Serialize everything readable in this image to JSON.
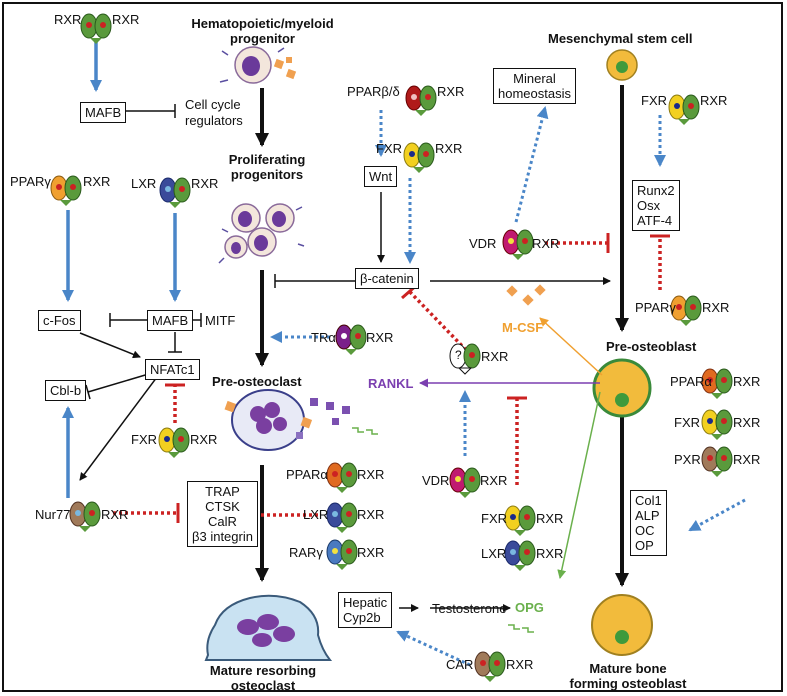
{
  "titles": {
    "hematopoietic": [
      "Hematopoietic/myeloid",
      "progenitor"
    ],
    "proliferating": [
      "Proliferating",
      "progenitors"
    ],
    "preosteoclast": "Pre-osteoclast",
    "mature_osteoclast": [
      "Mature resorbing",
      "osteoclast"
    ],
    "msc": "Mesenchymal stem cell",
    "preosteoblast": "Pre-osteoblast",
    "mature_osteoblast": [
      "Mature bone",
      "forming osteoblast"
    ]
  },
  "boxes": {
    "mafb_top": "MAFB",
    "cfos": "c-Fos",
    "mafb_mid": "MAFB",
    "nfatc1": "NFATc1",
    "cblb": "Cbl-b",
    "wnt": "Wnt",
    "bcatenin": "β-catenin",
    "mineral": [
      "Mineral",
      "homeostasis"
    ],
    "runx": [
      "Runx2",
      "Osx",
      "ATF-4"
    ],
    "trap": [
      "TRAP",
      "CTSK",
      "CalR",
      "β3 integrin"
    ],
    "col": [
      "Col1",
      "ALP",
      "OC",
      "OP"
    ],
    "hepatic": [
      "Hepatic",
      "Cyp2b"
    ]
  },
  "text": {
    "cell_cycle": [
      "Cell cycle",
      "regulators"
    ],
    "mitf": "MITF",
    "testosterone": "Testosterone",
    "rankl": "RANKL",
    "mcsf": "M-CSF",
    "opg": "OPG",
    "nur77": "Nur77"
  },
  "receptors": {
    "rxr": "RXR",
    "ppar_gamma": "PPARγ",
    "ppar_bd": "PPARβ/δ",
    "ppar_alpha": "PPARα",
    "lxr": "LXR",
    "fxr": "FXR",
    "vdr": "VDR",
    "tra": "TRα",
    "rar_gamma": "RARγ",
    "pxr": "PXR",
    "car": "CAR",
    "unknown": "?"
  },
  "colors": {
    "activation_blue": "#4a86c8",
    "inhibition_red": "#cc2222",
    "rankl_purple": "#7b3fb0",
    "mcsf_orange": "#f0a030",
    "opg_green": "#6ab04c",
    "rxr_green": "#5a9a3c",
    "osteoblast_yellow": "#f2bb3c"
  }
}
